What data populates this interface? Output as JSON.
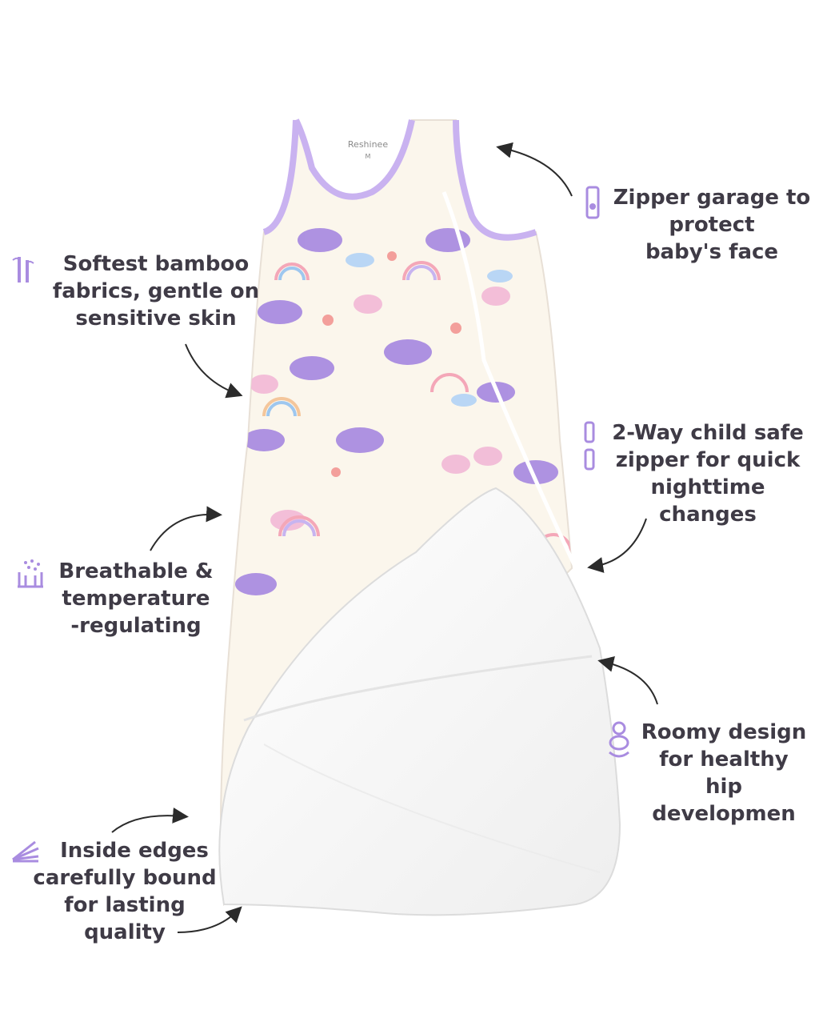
{
  "brand_label": "Reshinee",
  "tag_size": "M",
  "features": {
    "bamboo": {
      "lines": [
        "Softest bamboo",
        "fabrics, gentle on",
        "sensitive skin"
      ],
      "icon": "bamboo-icon"
    },
    "zipper_garage": {
      "lines": [
        "Zipper garage to",
        "protect",
        "baby's face"
      ],
      "icon": "zipper-garage-icon"
    },
    "two_way_zipper": {
      "lines": [
        "2-Way child safe",
        "zipper for quick",
        "nighttime changes"
      ],
      "icon": "two-way-zipper-icon"
    },
    "breathable": {
      "lines": [
        "Breathable &",
        "temperature",
        "-regulating"
      ],
      "icon": "breathable-icon"
    },
    "roomy": {
      "lines": [
        "Roomy design",
        "for healthy",
        "hip developmen"
      ],
      "icon": "baby-hips-icon"
    },
    "edges": {
      "lines": [
        "Inside edges",
        "carefully bound",
        "for lasting quality"
      ],
      "icon": "bound-edges-icon"
    }
  },
  "colors": {
    "accent": "#a98ce0",
    "text": "#3f3b46",
    "fabric": "#fbf6ec",
    "lining": "#ffffff",
    "trim": "#c9b2f0"
  }
}
